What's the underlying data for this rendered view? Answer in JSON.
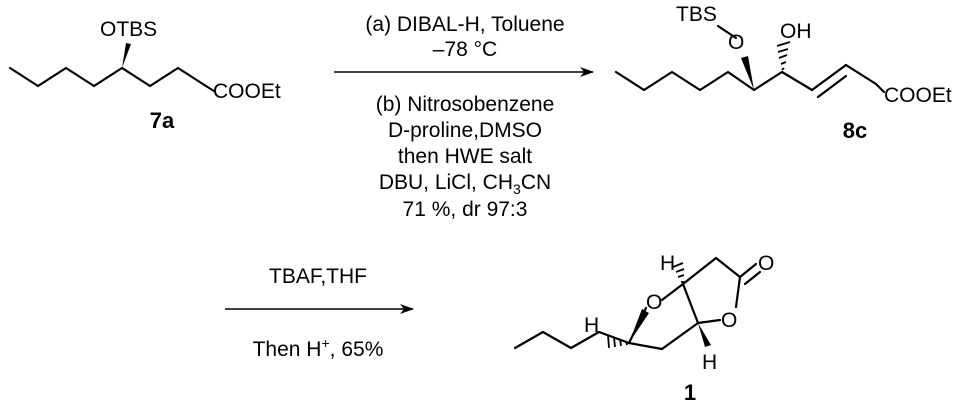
{
  "compound_7a": {
    "label": "7a",
    "substituent": "OTBS",
    "ester": "COOEt"
  },
  "compound_8c": {
    "label": "8c",
    "silyl": "TBS",
    "ether_o": "O",
    "hydroxyl": "OH",
    "ester": "COOEt"
  },
  "compound_1": {
    "label": "1",
    "h_top": "H",
    "h_left": "H",
    "h_bottom": "H",
    "ring_o_left": "O",
    "ring_o_right": "O",
    "carbonyl_o": "O"
  },
  "step1": {
    "line1": "(a) DIBAL-H, Toluene",
    "line2": "–78 °C",
    "line3": "(b) Nitrosobenzene",
    "line4": "D-proline,DMSO",
    "line5": "then HWE salt",
    "line6_pre": "DBU, LiCl, CH",
    "line6_sub": "3",
    "line6_post": "CN",
    "line7": "71 %, dr 97:3"
  },
  "step2": {
    "line1": "TBAF,THF",
    "line2_pre": "Then H",
    "line2_sup": "+",
    "line2_post": ", 65%"
  }
}
